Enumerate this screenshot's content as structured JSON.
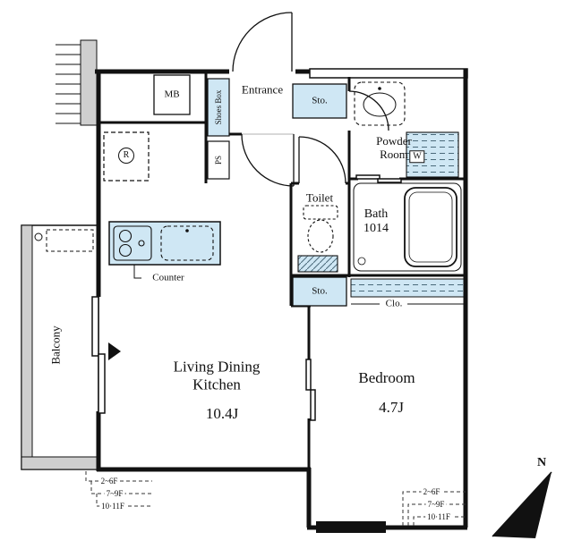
{
  "plan": {
    "rooms": {
      "entrance": "Entrance",
      "mb": "MB",
      "shoes_box": "Shoes Box",
      "ps": "PS",
      "sto_upper": "Sto.",
      "powder_line1": "Powder",
      "powder_line2": "Room",
      "washer": "W",
      "fridge": "R",
      "toilet": "Toilet",
      "bath_line1": "Bath",
      "bath_line2": "1014",
      "sto_lower": "Sto.",
      "closet": "Clo.",
      "counter": "Counter",
      "balcony": "Balcony",
      "ldk_line1": "Living Dining",
      "ldk_line2": "Kitchen",
      "ldk_size": "10.4J",
      "bedroom": "Bedroom",
      "bedroom_size": "4.7J"
    },
    "floor_notes_left": [
      "2~6F",
      "7~9F",
      "10·11F"
    ],
    "floor_notes_right": [
      "2~6F",
      "7~9F",
      "10·11F"
    ],
    "compass": {
      "north": "N"
    },
    "colors": {
      "fixture_blue": "#cfe7f4",
      "wall_grey": "#cfcfcf",
      "line": "#111111"
    }
  }
}
